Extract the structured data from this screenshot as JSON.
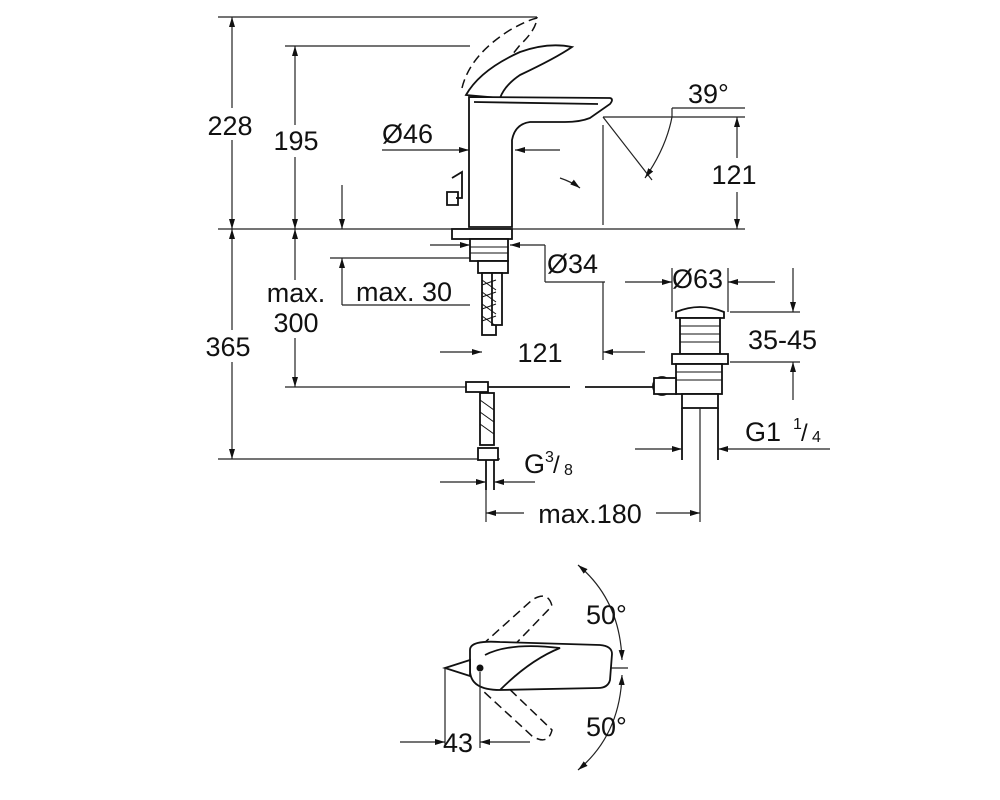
{
  "drawing": {
    "side_view": {
      "overall_height": "228",
      "spout_height": "195",
      "body_diameter": "Ø46",
      "spout_angle": "39°",
      "spout_outlet_height": "121",
      "mounting_hole_diameter": "Ø34",
      "max_counter_thickness": "max. 30",
      "hose_max_label": "max.",
      "hose_max_value": "300",
      "below_counter_height": "365",
      "spout_reach": "121",
      "drain_diameter": "Ø63",
      "drain_range": "35-45",
      "drain_thread_main": "G1",
      "drain_thread_num": "1",
      "drain_thread_den": "4",
      "supply_thread_main": "G",
      "supply_thread_num": "3",
      "supply_thread_den": "8",
      "max_distance": "max.180"
    },
    "top_view": {
      "lever_angle_back": "50°",
      "lever_angle_front": "50°",
      "offset": "43"
    }
  }
}
